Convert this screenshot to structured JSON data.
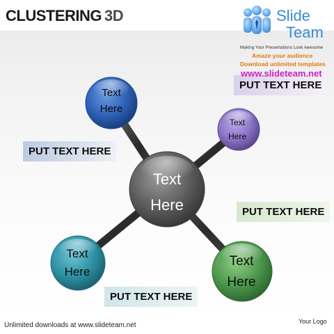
{
  "title": {
    "main": "CLUSTERING",
    "suffix": "3D"
  },
  "logo": {
    "word1": "Slide",
    "word2": "Team",
    "tagline": "Making Your Presentations Look Awesome",
    "promo_line1": "Amaze your audience",
    "promo_line2": "Download unlimited templates",
    "url": "www.slideteam.net"
  },
  "nodes": {
    "center": {
      "line1": "Text",
      "line2": "Here"
    },
    "top_left": {
      "line1": "Text",
      "line2": "Here"
    },
    "top_right": {
      "line1": "Text",
      "line2": "Here"
    },
    "bottom_left": {
      "line1": "Text",
      "line2": "Here"
    },
    "bottom_right": {
      "line1": "Text",
      "line2": "Here"
    }
  },
  "labels": {
    "top_right": "PUT TEXT HERE",
    "left": "PUT TEXT HERE",
    "right": "PUT TEXT HERE",
    "bottom": "PUT TEXT HERE"
  },
  "footer": {
    "left": "Unlimited downloads at www.slideteam.net",
    "right": "Your Logo"
  },
  "colors": {
    "blue": "#2f62b8",
    "purple": "#8c74c6",
    "gray": "#5f5f5f",
    "teal": "#2f93a6",
    "green": "#4f9a4f",
    "promo_orange": "#e07a10",
    "url_magenta": "#cc1fbf"
  }
}
